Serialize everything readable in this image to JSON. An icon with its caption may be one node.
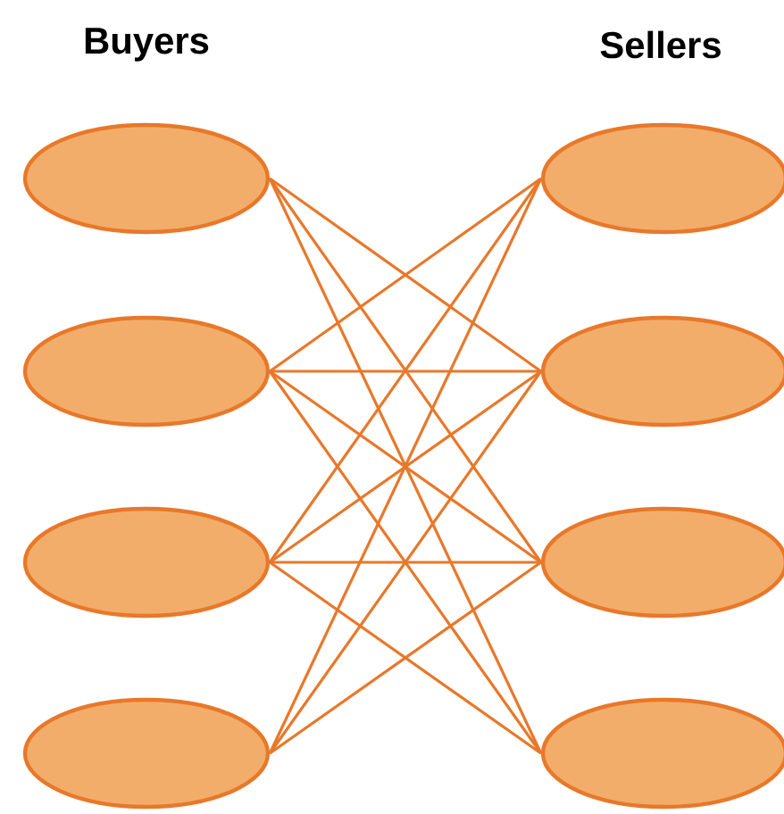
{
  "diagram": {
    "nodes": [
      {
        "text": [],
        "shape": "ellipse"
      },
      {
        "text": [],
        "shape": "ellipse"
      },
      {
        "text": [],
        "shape": "ellipse"
      },
      {
        "text": [],
        "shape": "ellipse"
      },
      {
        "text": [],
        "shape": "ellipse"
      },
      {
        "text": [],
        "shape": "ellipse"
      },
      {
        "text": [],
        "shape": "ellipse"
      },
      {
        "text": [],
        "shape": "ellipse"
      }
    ],
    "edges": [
      {
        "from": 0,
        "to": 5,
        "arrow": "none"
      },
      {
        "from": 0,
        "to": 6,
        "arrow": "none"
      },
      {
        "from": 0,
        "to": 7,
        "arrow": "none"
      },
      {
        "from": 1,
        "to": 4,
        "arrow": "none"
      },
      {
        "from": 1,
        "to": 5,
        "arrow": "none"
      },
      {
        "from": 1,
        "to": 6,
        "arrow": "none"
      },
      {
        "from": 1,
        "to": 7,
        "arrow": "none"
      },
      {
        "from": 2,
        "to": 4,
        "arrow": "none"
      },
      {
        "from": 2,
        "to": 5,
        "arrow": "none"
      },
      {
        "from": 2,
        "to": 6,
        "arrow": "none"
      },
      {
        "from": 2,
        "to": 7,
        "arrow": "none"
      },
      {
        "from": 3,
        "to": 4,
        "arrow": "none"
      },
      {
        "from": 3,
        "to": 5,
        "arrow": "none"
      },
      {
        "from": 3,
        "to": 6,
        "arrow": "none"
      }
    ],
    "labels": [
      "Buyers",
      "Sellers"
    ]
  }
}
